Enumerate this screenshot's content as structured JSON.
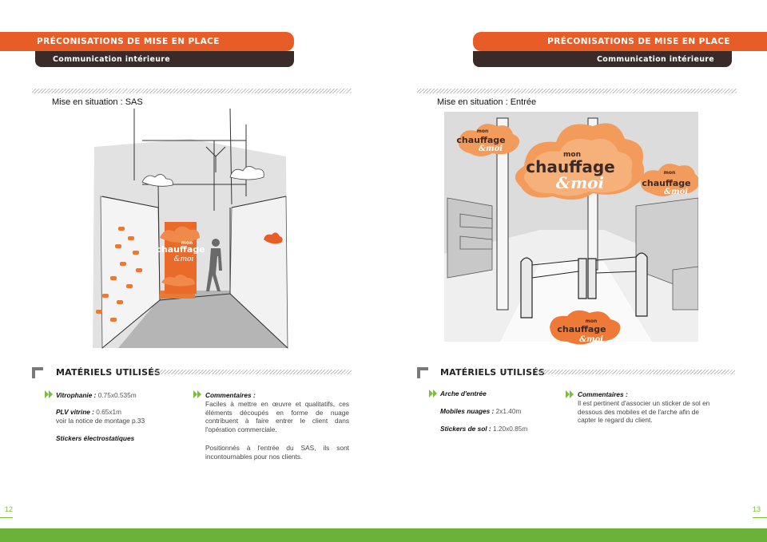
{
  "left": {
    "header_title": "PRÉCONISATIONS DE MISE EN PLACE",
    "header_subtitle": "Communication intérieure",
    "caption": "Mise en situation : SAS",
    "illustration_brand": [
      "mon",
      "chauffage",
      "&moi"
    ],
    "materials_title": "MATÉRIELS UTILISÉS",
    "materials": [
      {
        "label": "Vitrophanie :",
        "value": "0.75x0.535m",
        "extra": ""
      },
      {
        "label": "PLV vitrine :",
        "value": "0.65x1m",
        "extra": "voir la notice de montage p.33"
      },
      {
        "label": "Stickers électrostatiques",
        "value": "",
        "extra": ""
      }
    ],
    "comments_title": "Commentaires :",
    "comments": [
      "Faciles à mettre en œuvre et qualitatifs, ces éléments découpés en forme de nuage contribuent à faire entrer le client dans l'opération commerciale.",
      "Positionnés à l'entrée du SAS, ils sont incontournables pour nos clients."
    ],
    "page_number": "12"
  },
  "right": {
    "header_title": "PRÉCONISATIONS DE MISE EN PLACE",
    "header_subtitle": "Communication intérieure",
    "caption": "Mise en situation : Entrée",
    "illustration_brand": [
      "mon",
      "chauffage",
      "&moi"
    ],
    "materials_title": "MATÉRIELS UTILISÉS",
    "materials": [
      {
        "label": "Arche d'entrée",
        "value": ""
      },
      {
        "label": "Mobiles nuages :",
        "value": "2x1.40m"
      },
      {
        "label": "Stickers de sol :",
        "value": "1.20x0.85m"
      }
    ],
    "comments_title": "Commentaires :",
    "comments": [
      "Il est pertinent d'associer un sticker de sol en dessous des mobiles et de l'arche afin de capter le regard du client."
    ],
    "page_number": "13"
  },
  "colors": {
    "orange": "#e85d27",
    "dark": "#3a2a28",
    "green": "#6ab23a"
  }
}
